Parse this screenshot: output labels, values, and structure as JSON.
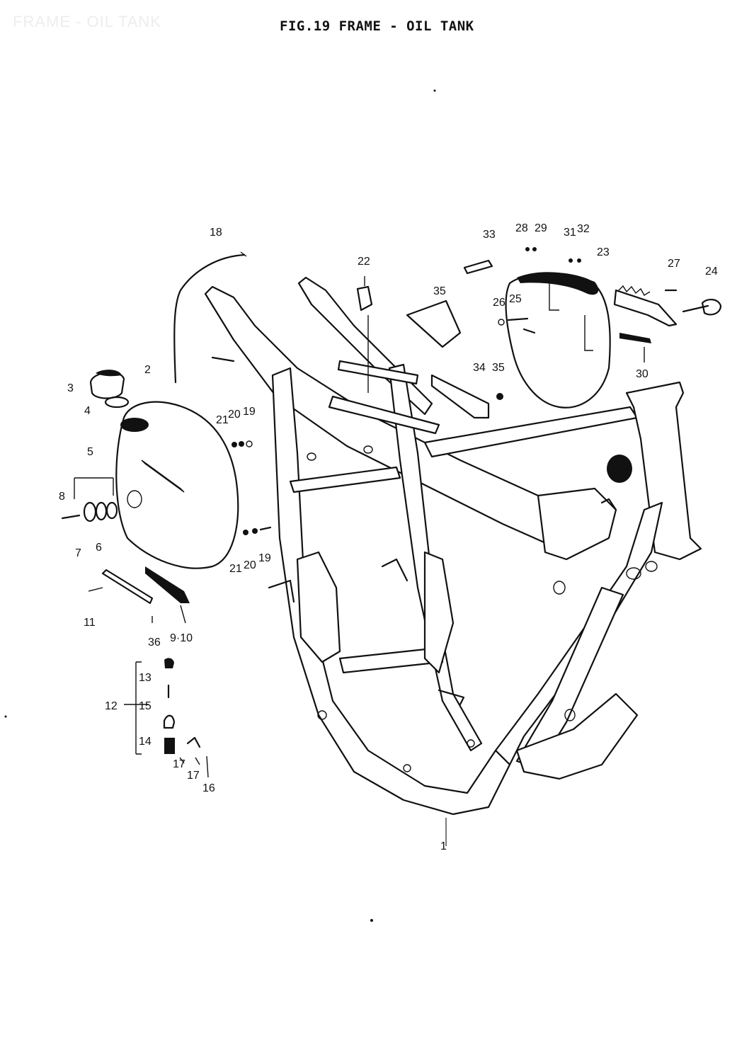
{
  "watermark": "FRAME - OIL TANK",
  "title": "FIG.19  FRAME - OIL TANK",
  "callouts": {
    "c1": "1",
    "c2": "2",
    "c3": "3",
    "c4": "4",
    "c5": "5",
    "c6": "6",
    "c7": "7",
    "c8": "8",
    "c910": "9·10",
    "c11": "11",
    "c12": "12",
    "c13": "13",
    "c14": "14",
    "c15": "15",
    "c16": "16",
    "c17a": "17",
    "c17b": "17",
    "c18": "18",
    "c19a": "19",
    "c20a": "20",
    "c21a": "21",
    "c19b": "19",
    "c20b": "20",
    "c21b": "21",
    "c22": "22",
    "c23": "23",
    "c24": "24",
    "c25": "25",
    "c26": "26",
    "c27": "27",
    "c28": "28",
    "c29": "29",
    "c30": "30",
    "c31": "31",
    "c32": "32",
    "c33": "33",
    "c34": "34",
    "c35a": "35",
    "c35b": "35",
    "c36": "36"
  }
}
